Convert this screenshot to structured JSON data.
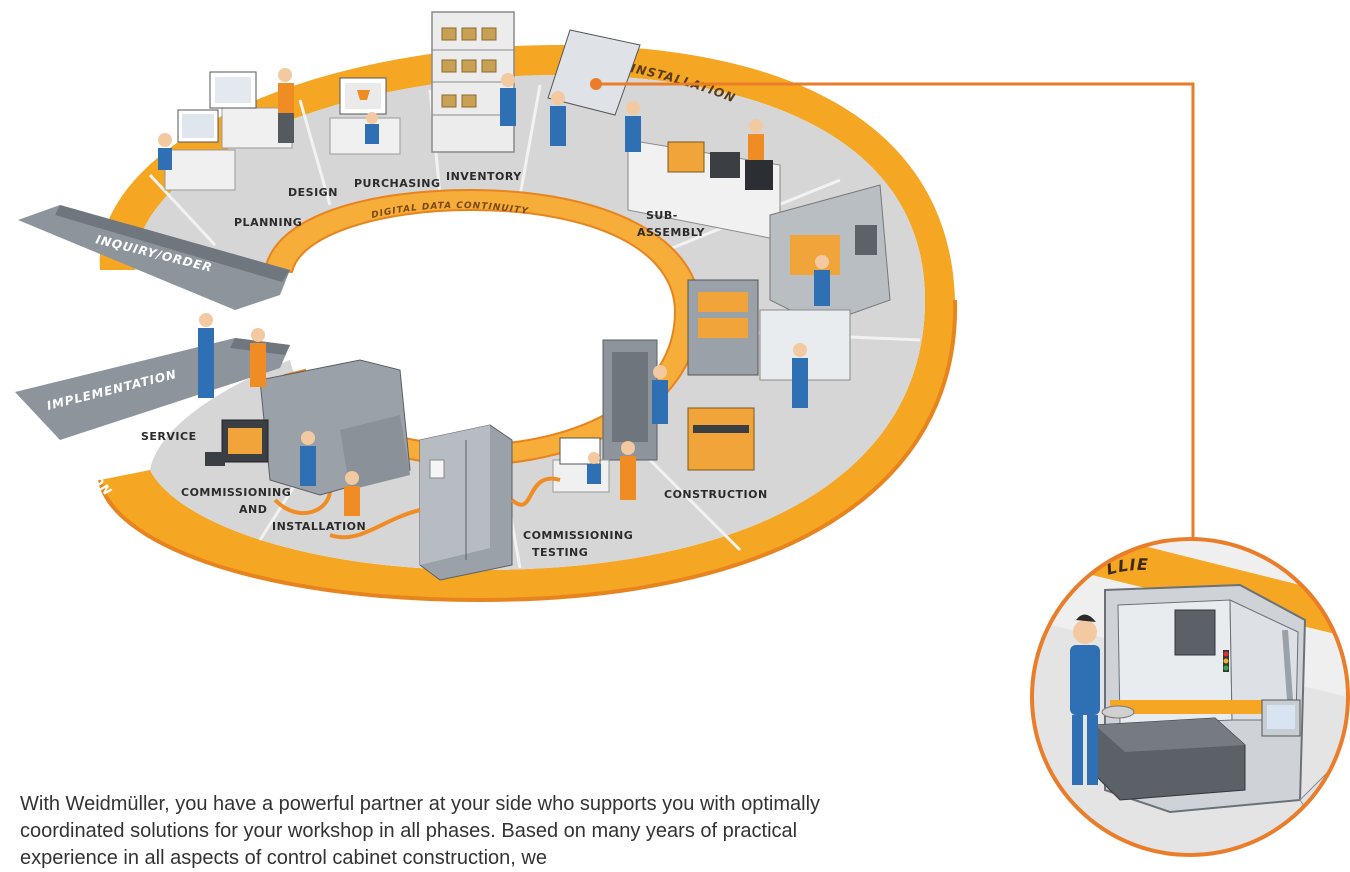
{
  "colors": {
    "orange": "#f5a623",
    "orange_dark": "#e8841e",
    "highlight_line": "#ea7d2a",
    "floor": "#d6d6d6",
    "slate": "#8d949b",
    "worker_blue": "#2f6fb3"
  },
  "ring": {
    "outer_band": "INSTALLATION",
    "planning_band": "PLANNING",
    "operation_band": "OPERATION",
    "inner_ring": "DIGITAL DATA CONTINUITY"
  },
  "external_bands": {
    "inquiry": "INQUIRY/ORDER",
    "implementation": "IMPLEMENTATION"
  },
  "stations": {
    "planning": "PLANNING",
    "design": "DESIGN",
    "purchasing": "PURCHASING",
    "inventory": "INVENTORY",
    "subassembly_1": "SUB-",
    "subassembly_2": "ASSEMBLY",
    "construction": "CONSTRUCTION",
    "commissioning_testing_1": "COMMISSIONING",
    "commissioning_testing_2": "TESTING",
    "commissioning_installation_1": "COMMISSIONING",
    "commissioning_installation_2": "AND",
    "commissioning_installation_3": "INSTALLATION",
    "service": "SERVICE"
  },
  "detail_view": {
    "band_fragment": "LLIE"
  },
  "intro_text": "With Weidmüller, you have a powerful partner at your side who supports you with optimally coordinated solutions for your workshop in all phases. Based on many years of practical experience in all aspects of control cabinet construction, we"
}
